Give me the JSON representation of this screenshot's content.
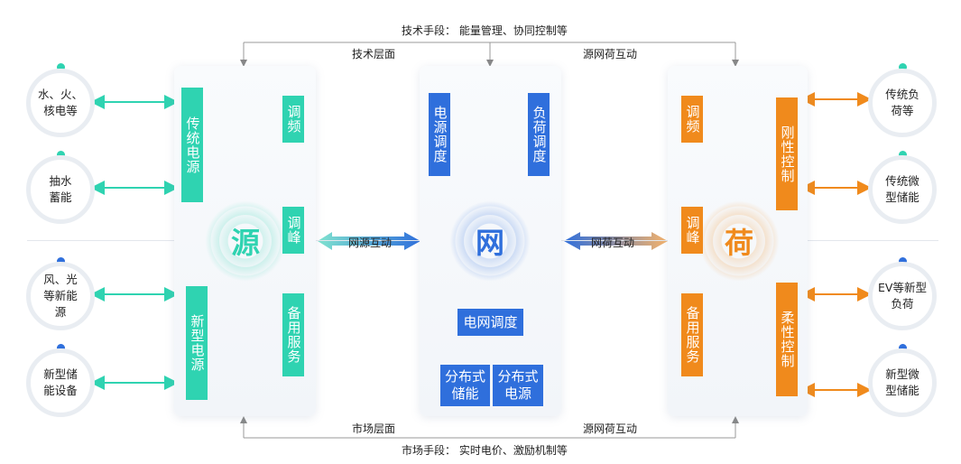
{
  "top": {
    "means": "技术手段： 能量管理、协同控制等",
    "layer": "技术层面",
    "interaction": "源网荷互动"
  },
  "bottom": {
    "means": "市场手段： 实时电价、激励机制等",
    "layer": "市场层面",
    "interaction": "源网荷互动"
  },
  "left_circles": [
    {
      "label": "水、火、核电等",
      "dot_color": "#2fd3b1"
    },
    {
      "label": "抽水蓄能",
      "dot_color": "#2fd3b1"
    },
    {
      "label": "风、光等新能源",
      "dot_color": "#2f6fdc"
    },
    {
      "label": "新型储能设备",
      "dot_color": "#2f6fdc"
    }
  ],
  "right_circles": [
    {
      "label": "传统负荷等",
      "dot_color": "#2fd3b1"
    },
    {
      "label": "传统微型储能",
      "dot_color": "#2fd3b1"
    },
    {
      "label": "EV等新型负荷",
      "dot_color": "#2f6fdc"
    },
    {
      "label": "新型微型储能",
      "dot_color": "#2f6fdc"
    }
  ],
  "source": {
    "char": "源",
    "traditional": "传统电源",
    "new": "新型电源",
    "freq": "调频",
    "peak": "调峰",
    "backup": "备用服务"
  },
  "grid": {
    "char": "网",
    "power_dispatch": "电源调度",
    "load_dispatch": "负荷调度",
    "grid_dispatch": "电网调度",
    "dist_storage": "分布式储能",
    "dist_power": "分布式电源"
  },
  "load": {
    "char": "荷",
    "freq": "调频",
    "peak": "调峰",
    "backup": "备用服务",
    "rigid": "刚性控制",
    "flexible": "柔性控制"
  },
  "arrows": {
    "source_grid": "网源互动",
    "grid_load": "网荷互动"
  },
  "colors": {
    "teal": "#2fd3b1",
    "blue": "#2f6fdc",
    "orange": "#f08a1c"
  }
}
